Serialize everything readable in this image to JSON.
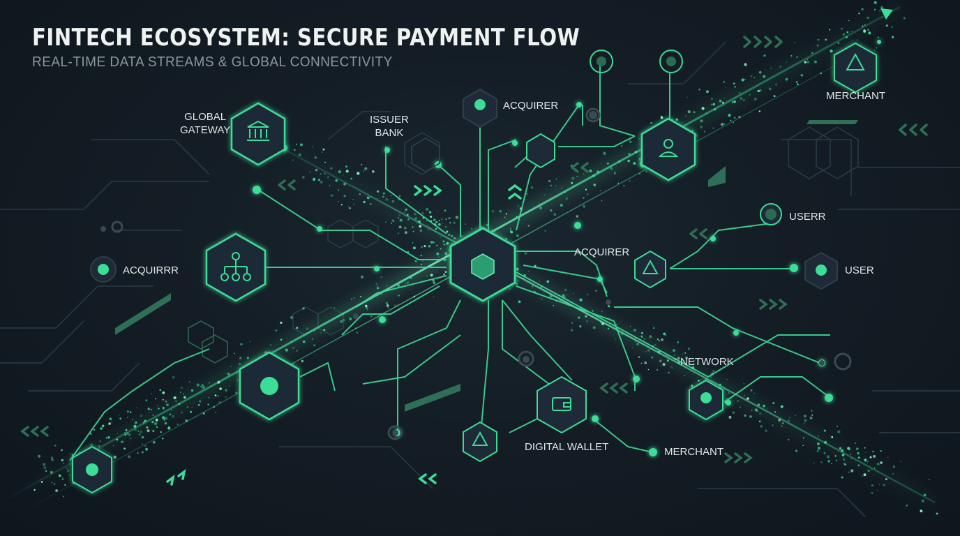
{
  "header": {
    "title": "FINTECH ECOSYSTEM: SECURE PAYMENT FLOW",
    "subtitle": "REAL-TIME DATA STREAMS & GLOBAL CONNECTIVITY"
  },
  "labels": {
    "global_gateway": "GLOBAL\nGATEWAY",
    "issuer_bank": "ISSUER\nBANK",
    "acquirer_top": "ACQUIRER",
    "merchant_top": "MERCHANT",
    "userr": "USERR",
    "acquirer_mid": "ACQUIRER",
    "user": "USER",
    "acquirrr": "ACQUIRRR",
    "network": "NETWORK",
    "digital_wallet": "DIGITAL WALLET",
    "merchant_bottom": "MERCHANT"
  },
  "icons": {
    "global_gateway": "bank-icon",
    "merchant": "triangle-icon",
    "user_node": "user-icon",
    "hierarchy_node": "hierarchy-icon",
    "center_hub": "cube-icon",
    "wallet_node": "wallet-icon"
  },
  "colors": {
    "accent": "#3ddc97",
    "accent_dim": "#1f8f63",
    "node_fill": "#1e2a38",
    "background": "#141d25",
    "title": "#eef3f2",
    "subtitle": "#8a979d"
  }
}
